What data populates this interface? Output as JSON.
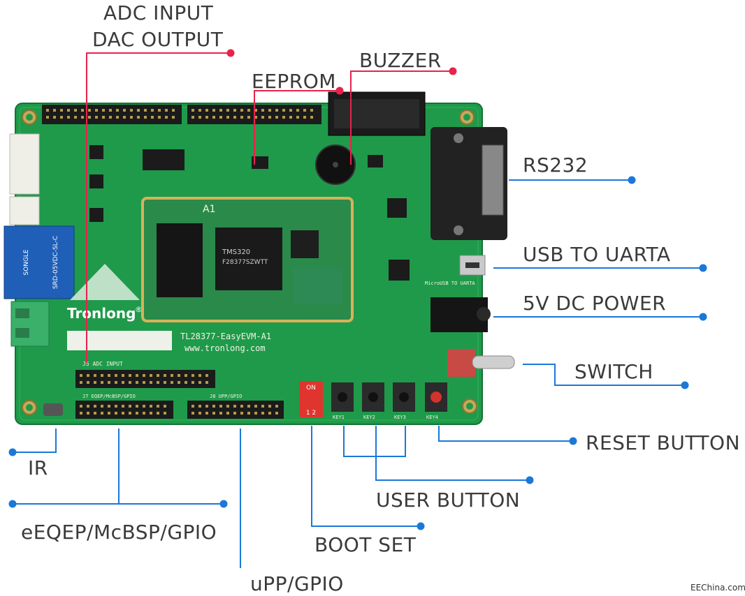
{
  "labels": {
    "adc_line1": "ADC INPUT",
    "adc_line2": "DAC OUTPUT",
    "eeprom": "EEPROM",
    "buzzer": "BUZZER",
    "rs232": "RS232",
    "usb": "USB TO UARTA",
    "power": "5V DC POWER",
    "switch": "SWITCH",
    "reset": "RESET BUTTON",
    "user": "USER BUTTON",
    "boot": "BOOT SET",
    "ir": "IR",
    "eqep": "eEQEP/McBSP/GPIO",
    "upp": "uPP/GPIO"
  },
  "board": {
    "brand": "Tronlong",
    "brand_mark": "®",
    "model": "TL28377-EasyEVM-A1",
    "website": "www.tronlong.com",
    "module_label": "A1",
    "chip_text": "TMS320",
    "chip_part": "F28377SZWTT",
    "relay_brand": "SONGLE",
    "relay_model": "SRD-05VDC-SL-C",
    "header_adc": "J5  ADC INPUT",
    "header_eqep": "J7  EQEP/McBSP/GPIO",
    "header_upp": "J8  UPP/GPIO",
    "usb_silk": "MicroUSB TO UARTA",
    "boot_on": "ON",
    "boot_12": "1 2",
    "keys": [
      "KEY1",
      "KEY2",
      "KEY3",
      "KEY4"
    ]
  },
  "watermark": "EEChina.com",
  "colors": {
    "pcb": "#1f9a4a",
    "label_line_red": "#e8224d",
    "label_line_blue": "#1a78d8",
    "text": "#3a3a3a"
  }
}
